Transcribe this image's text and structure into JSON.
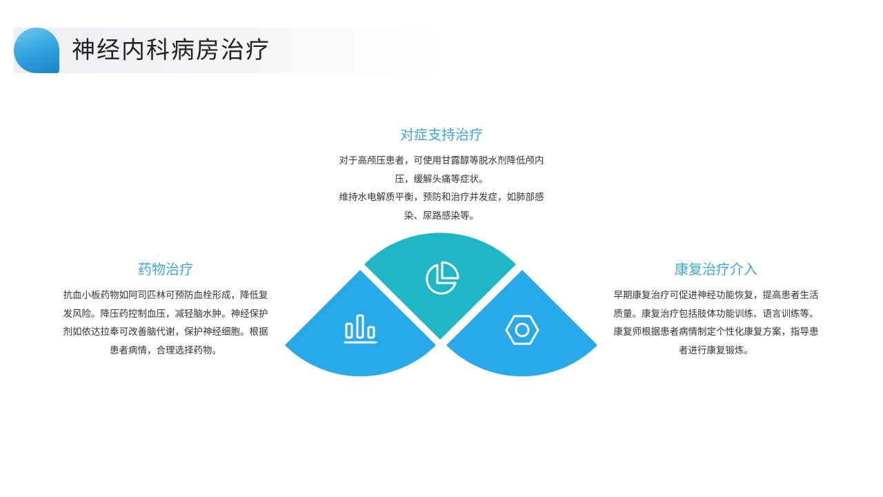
{
  "title": "神经内科病房治疗",
  "colors": {
    "accent_teal": "#1fb6c6",
    "accent_blue": "#27a9ea",
    "title_text": "#3aa8de"
  },
  "sections": {
    "center": {
      "title": "对症支持治疗",
      "paragraphs": [
        "对于高颅压患者，可使用甘露醇等脱水剂降低颅内压，缓解头痛等症状。",
        "维持水电解质平衡，预防和治疗并发症，如肺部感染、尿路感染等。"
      ],
      "icon": "pie-chart-icon"
    },
    "left": {
      "title": "药物治疗",
      "paragraphs": [
        "抗血小板药物如阿司匹林可预防血栓形成，降低复发风险。降压药控制血压，减轻脑水肿。神经保护剂如依达拉奉可改善脑代谢，保护神经细胞。根据患者病情，合理选择药物。"
      ],
      "icon": "bar-chart-icon"
    },
    "right": {
      "title": "康复治疗介入",
      "paragraphs": [
        "早期康复治疗可促进神经功能恢复，提高患者生活质量。康复治疗包括肢体功能训练、语言训练等。",
        "康复师根据患者病情制定个性化康复方案，指导患者进行康复锻炼。"
      ],
      "icon": "hexagon-nut-icon"
    }
  }
}
